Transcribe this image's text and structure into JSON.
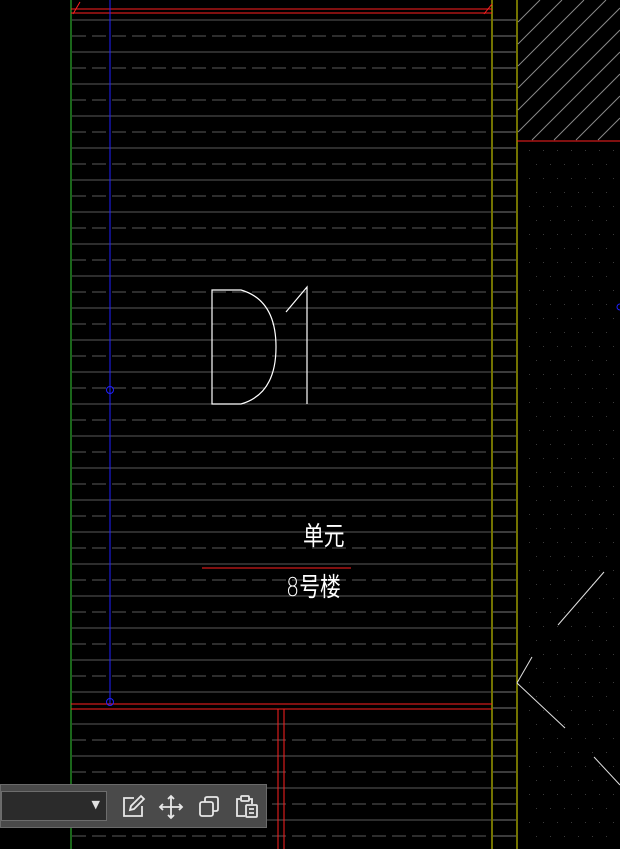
{
  "drawing": {
    "room_tag": "D1",
    "unit_label": "单元",
    "building_label": "8号楼"
  },
  "toolbar": {
    "layer_dropdown_value": "",
    "tools": [
      {
        "name": "edit-tool-button",
        "icon": "edit-icon"
      },
      {
        "name": "move-tool-button",
        "icon": "move-icon"
      },
      {
        "name": "copy-tool-button",
        "icon": "copy-icon"
      },
      {
        "name": "paste-tool-button",
        "icon": "paste-icon"
      }
    ]
  },
  "colors": {
    "background": "#000000",
    "hatch": "#5a5a5a",
    "wall_red": "#ff2020",
    "axis_blue": "#2020ff",
    "boundary_green": "#33cc33",
    "boundary_yellow": "#e6e600",
    "text_white": "#ffffff",
    "toolbar_bg": "#4a4a4a"
  }
}
